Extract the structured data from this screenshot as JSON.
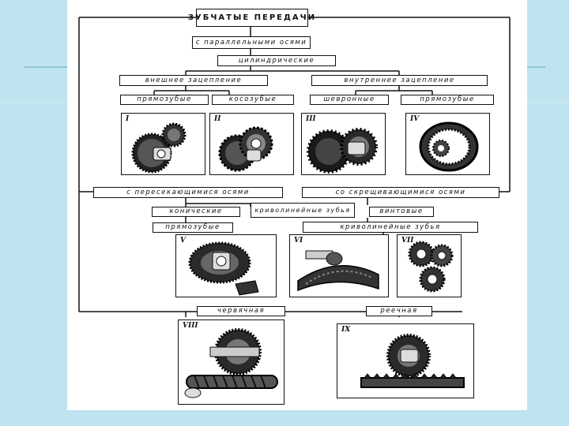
{
  "title": "ЗУБЧАТЫЕ ПЕРЕДАЧИ",
  "categories": {
    "parallel": "с параллельными осями",
    "cylindrical": "цилиндрические",
    "external": "внешнее зацепление",
    "internal": "внутреннее зацепление",
    "spur_external": "прямозубые",
    "helical": "косозубые",
    "herringbone": "шевронные",
    "spur_internal": "прямозубые",
    "intersecting": "с пересекающимися осями",
    "crossing": "со скрещивающимися осями",
    "bevel": "конические",
    "curved_teeth_box": "криволинейные зубья",
    "screw": "винтовые",
    "straight_bevel": "прямозубые",
    "curved_teeth": "криволинейные зубья",
    "worm": "червячная",
    "rack": "реечная"
  },
  "figures": {
    "f1": "I",
    "f2": "II",
    "f3": "III",
    "f4": "IV",
    "f5": "V",
    "f6": "VI",
    "f7": "VII",
    "f8": "VIII",
    "f9": "IX"
  },
  "colors": {
    "background": "#bfe3ef",
    "sheet": "#ffffff",
    "ink": "#111111"
  }
}
